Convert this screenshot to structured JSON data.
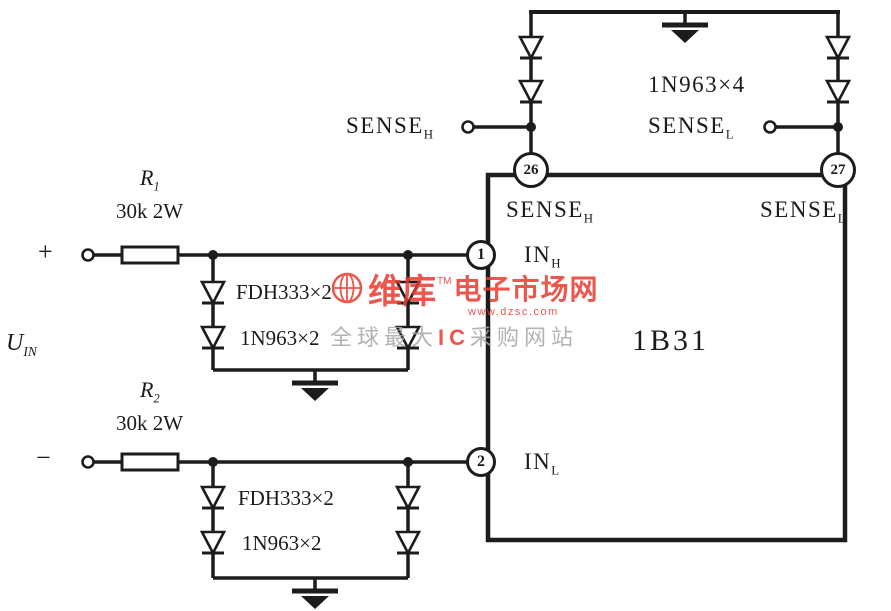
{
  "ic": {
    "name": "1B31"
  },
  "components": {
    "r1_name": "R",
    "r1_sub": "1",
    "r1_value": "30k 2W",
    "r2_name": "R",
    "r2_sub": "2",
    "r2_value": "30k 2W",
    "top_diodes": "1N963×4",
    "fdh_upper": "FDH333×2",
    "zener_upper": "1N963×2",
    "fdh_lower": "FDH333×2",
    "zener_lower": "1N963×2"
  },
  "input": {
    "u": "U",
    "u_sub": "IN",
    "plus": "+",
    "minus": "−"
  },
  "pins": {
    "p1": {
      "num": "1",
      "label": "IN",
      "sub": "H"
    },
    "p2": {
      "num": "2",
      "label": "IN",
      "sub": "L"
    },
    "p26": {
      "num": "26",
      "label": "SENSE",
      "sub": "H"
    },
    "p27": {
      "num": "27",
      "label": "SENSE",
      "sub": "L"
    }
  },
  "terminals": {
    "sense_left": {
      "label": "SENSE",
      "sub": "H"
    },
    "sense_right": {
      "label": "SENSE",
      "sub": "L"
    }
  },
  "watermark": {
    "brand": "维库",
    "tm": "TM",
    "brand_suffix": "电子市场网",
    "url": "www.dzsc.com",
    "tagline_prefix": "全球最大",
    "tagline_ic": "IC",
    "tagline_suffix": "采购网站",
    "color_red": "#e8392e",
    "color_gray": "#a6a6a6"
  }
}
